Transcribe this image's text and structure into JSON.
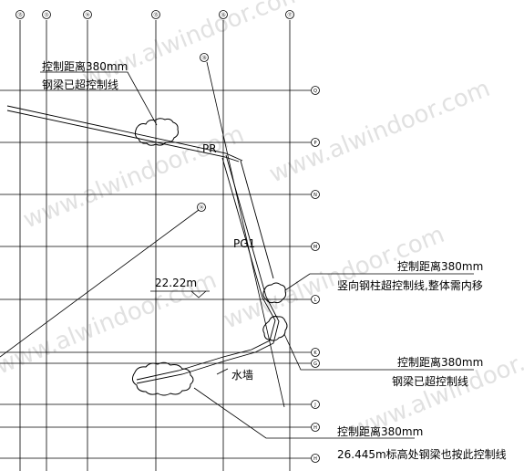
{
  "grid": {
    "top_axes": [
      "⑮",
      "⑬",
      "⑭",
      "⑮",
      "⑯",
      "⑰"
    ],
    "right_axes": [
      "Q",
      "P",
      "N",
      "M",
      "L",
      "K",
      "G",
      "J",
      "H",
      "H"
    ],
    "diagonal_axes": [
      "⑱",
      "⑭"
    ]
  },
  "labels": {
    "pr": "PR",
    "pg1": "PG1",
    "water_wall": "水墙",
    "elevation": "22.22m"
  },
  "notes": {
    "n1_line1": "控制距离380mm",
    "n1_line2": "钢梁已超控制线",
    "n2_line1": "控制距离380mm",
    "n2_line2": "竖向钢柱超控制线,整体需内移",
    "n3_line1": "控制距离380mm",
    "n3_line2": "钢梁已超控制线",
    "n4_line1": "控制距离380mm",
    "n4_line2": "26.445m标高处钢梁也按此控制线"
  },
  "watermark": "www.alwindoor.com",
  "colors": {
    "line": "#000000",
    "watermark": "#c9c9c9"
  }
}
